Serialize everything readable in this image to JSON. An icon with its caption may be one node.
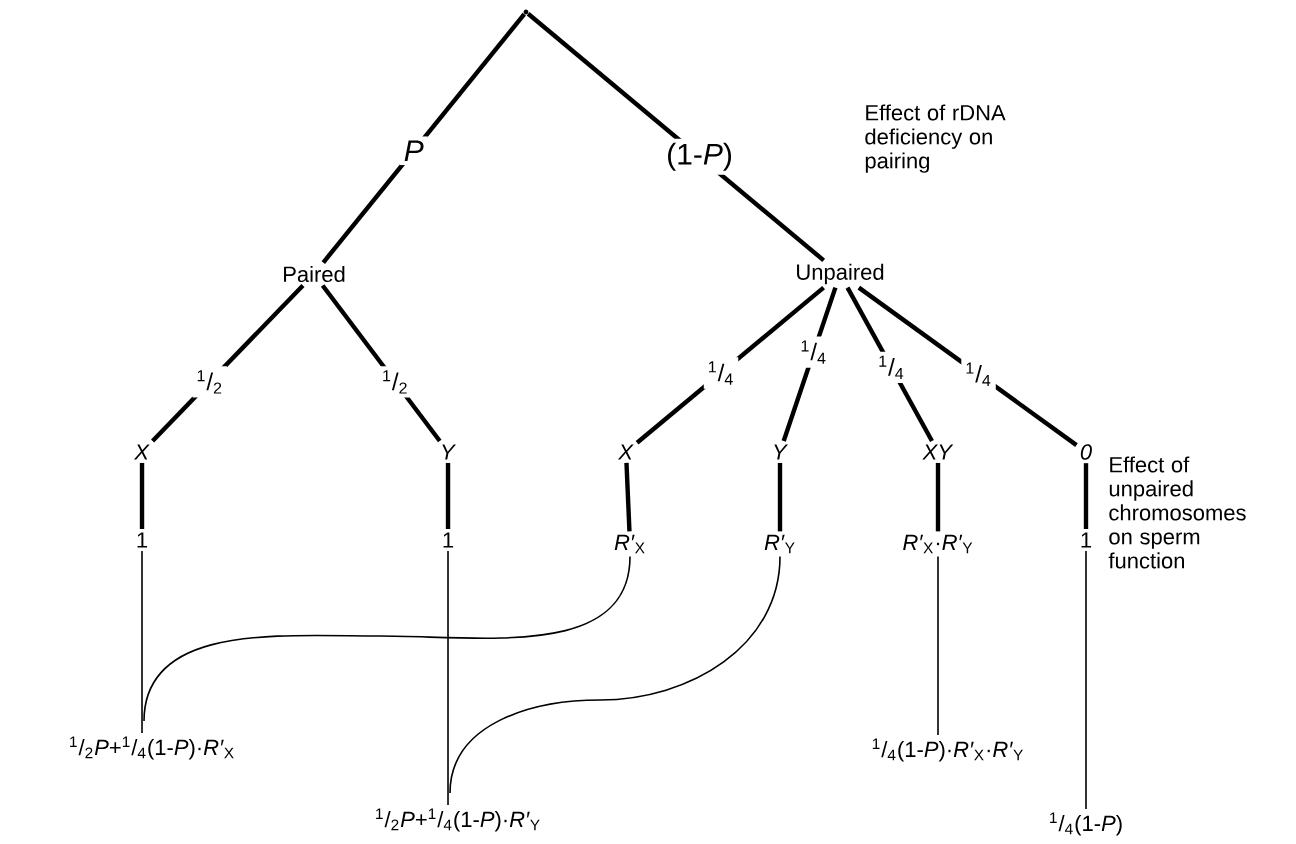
{
  "diagram": {
    "nodes": [
      {
        "text": [],
        "shape": "point"
      },
      {
        "text": [
          "Paired"
        ]
      },
      {
        "text": [
          "Unpaired"
        ]
      },
      {
        "text": [
          "*X*"
        ]
      },
      {
        "text": [
          "*Y*"
        ]
      },
      {
        "text": [
          "*X*"
        ]
      },
      {
        "text": [
          "*Y*"
        ]
      },
      {
        "text": [
          "*XY*"
        ]
      },
      {
        "text": [
          "*0*"
        ]
      },
      {
        "text": [
          "1"
        ]
      },
      {
        "text": [
          "1"
        ]
      },
      {
        "text": [
          "*R′*$_{X}$"
        ]
      },
      {
        "text": [
          "*R′*$_{Y}$"
        ]
      },
      {
        "text": [
          "*R′*$_{X}$·*R′*$_{Y}$"
        ]
      },
      {
        "text": [
          "1"
        ]
      },
      {
        "text": [
          "$^{1}$/$_{2}$*P*+$^{1}$/$_{4}$(1-*P*)·*R′*$_{X}$"
        ]
      },
      {
        "text": [
          "$^{1}$/$_{2}$*P*+$^{1}$/$_{4}$(1-*P*)·*R′*$_{Y}$"
        ]
      },
      {
        "text": [
          "$^{1}$/$_{4}$(1-*P*)·*R′*$_{X}$·*R′*$_{Y}$"
        ]
      },
      {
        "text": [
          "$^{1}$/$_{4}$(1-*P*)"
        ]
      }
    ],
    "edges": [
      {
        "from": 0,
        "to": 1,
        "arrow": "none",
        "label": "*P*"
      },
      {
        "from": 0,
        "to": 2,
        "arrow": "none",
        "label": "(1-*P*)"
      },
      {
        "from": 1,
        "to": 3,
        "arrow": "none",
        "label": "$^{1}$/$_{2}$"
      },
      {
        "from": 1,
        "to": 4,
        "arrow": "none",
        "label": "$^{1}$/$_{2}$"
      },
      {
        "from": 2,
        "to": 5,
        "arrow": "none",
        "label": "$^{1}$/$_{4}$"
      },
      {
        "from": 2,
        "to": 6,
        "arrow": "none",
        "label": "$^{1}$/$_{4}$"
      },
      {
        "from": 2,
        "to": 7,
        "arrow": "none",
        "label": "$^{1}$/$_{4}$"
      },
      {
        "from": 2,
        "to": 8,
        "arrow": "none",
        "label": "$^{1}$/$_{4}$"
      },
      {
        "from": 3,
        "to": 9,
        "arrow": "none"
      },
      {
        "from": 4,
        "to": 10,
        "arrow": "none"
      },
      {
        "from": 5,
        "to": 11,
        "arrow": "none"
      },
      {
        "from": 6,
        "to": 12,
        "arrow": "none"
      },
      {
        "from": 7,
        "to": 13,
        "arrow": "none"
      },
      {
        "from": 8,
        "to": 14,
        "arrow": "none"
      },
      {
        "from": 9,
        "to": 15,
        "arrow": "none"
      },
      {
        "from": 11,
        "to": 15,
        "arrow": "none"
      },
      {
        "from": 10,
        "to": 16,
        "arrow": "none"
      },
      {
        "from": 12,
        "to": 16,
        "arrow": "none"
      },
      {
        "from": 13,
        "to": 17,
        "arrow": "none"
      },
      {
        "from": 14,
        "to": 18,
        "arrow": "none"
      }
    ],
    "labels": [
      "Effect of rDNA deficiency on pairing",
      "Effect of unpaired chromosomes on sperm function"
    ]
  }
}
